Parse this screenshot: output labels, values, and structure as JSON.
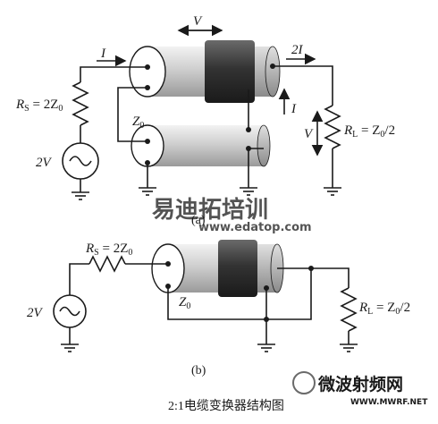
{
  "diagram_a": {
    "label": "(a)",
    "source_voltage": "2V",
    "rs_label": "R",
    "rs_sub": "S",
    "rs_value": " = 2Z",
    "rs_value_sub": "0",
    "z0_label": "Z",
    "z0_sub": "0",
    "rl_label": "R",
    "rl_sub": "L",
    "rl_value": " = Z",
    "rl_value_sub": "0",
    "rl_value_tail": "/2",
    "current_in": "I",
    "current_out": "2I",
    "current_shield": "I",
    "voltage_top": "V",
    "voltage_load": "V"
  },
  "diagram_b": {
    "label": "(b)",
    "source_voltage": "2V",
    "rs_label": "R",
    "rs_sub": "S",
    "rs_value": " = 2Z",
    "rs_value_sub": "0",
    "z0_label": "Z",
    "z0_sub": "0",
    "rl_label": "R",
    "rl_sub": "L",
    "rl_value": " = Z",
    "rl_value_sub": "0",
    "rl_value_tail": "/2"
  },
  "caption": "2:1电缆变换器结构图",
  "watermarks": {
    "center_cn": "易迪拓培训",
    "center_url": "www.edatop.com",
    "corner_cn": "微波射频网",
    "corner_url": "WWW.MWRF.NET"
  },
  "colors": {
    "ink": "#1a1a1a",
    "cable_light": "#d4d4d4",
    "cable_dark": "#3a3a3a",
    "watermark_red": "#e8323c",
    "watermark_blue": "#9fb4d6",
    "corner_wm": "#6a6a6a"
  }
}
